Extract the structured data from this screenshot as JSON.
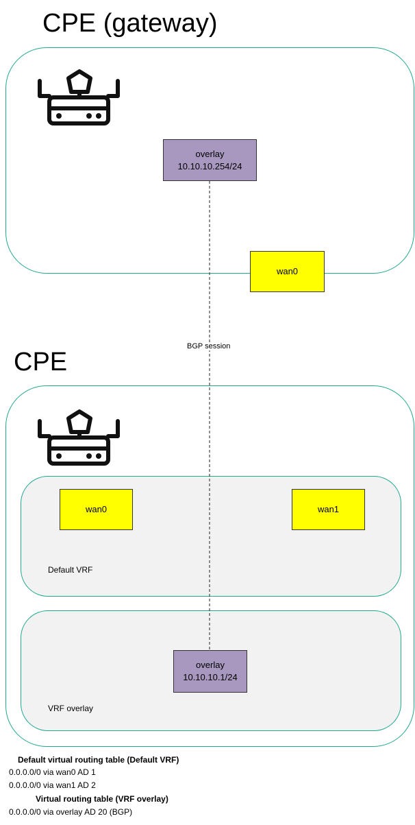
{
  "gateway": {
    "title": "CPE (gateway)",
    "overlay": {
      "name": "overlay",
      "address": "10.10.10.254/24"
    },
    "wan": {
      "name": "wan0"
    }
  },
  "link": {
    "label": "BGP session"
  },
  "cpe": {
    "title": "CPE",
    "default_vrf": {
      "label": "Default VRF",
      "wan0": "wan0",
      "wan1": "wan1"
    },
    "overlay_vrf": {
      "label": "VRF overlay",
      "overlay": {
        "name": "overlay",
        "address": "10.10.10.1/24"
      }
    }
  },
  "routing": {
    "default_heading": "Default virtual routing table (Default VRF)",
    "default_routes": [
      "0.0.0.0/0 via wan0 AD 1",
      "0.0.0.0/0 via wan1 AD 2"
    ],
    "overlay_heading": "Virtual routing table (VRF overlay)",
    "overlay_routes": [
      "0.0.0.0/0 via overlay AD 20 (BGP)"
    ]
  },
  "colors": {
    "container_border": "#1fa88e",
    "wan_fill": "#ffff00",
    "overlay_fill": "#a898bf",
    "vrf_fill": "#f2f2f2"
  },
  "icons": [
    "router-icon"
  ]
}
